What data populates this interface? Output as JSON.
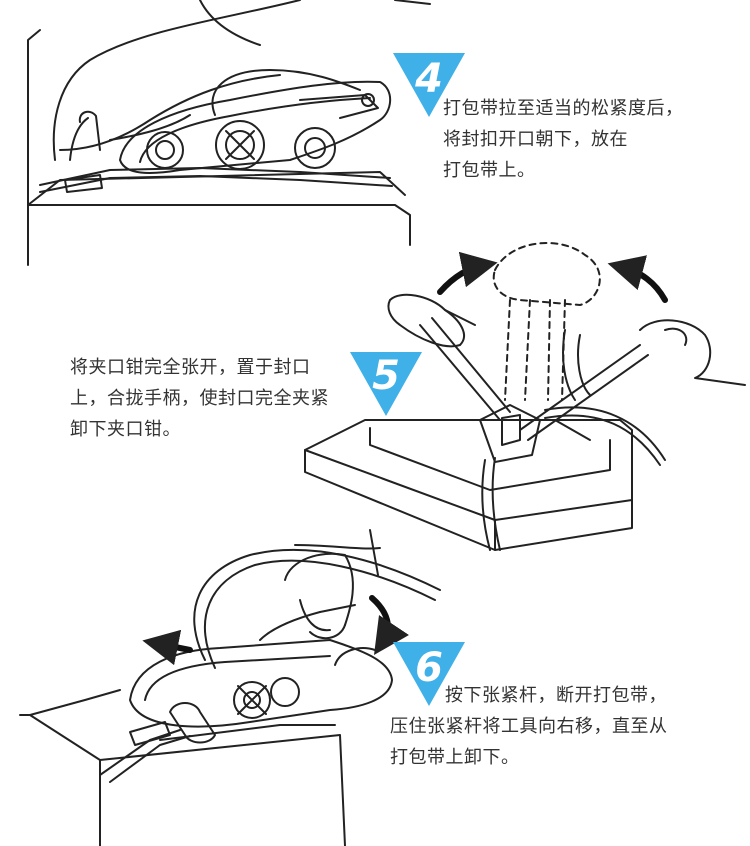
{
  "accent_color": "#3fb0e8",
  "steps": [
    {
      "number": "4",
      "lines": [
        "打包带拉至适当的松紧度后，",
        "将封扣开口朝下，放在",
        "打包带上。"
      ]
    },
    {
      "number": "5",
      "lines": [
        "将夹口钳完全张开，置于封口",
        "上，合拢手柄，使封口完全夹紧",
        "卸下夹口钳。"
      ]
    },
    {
      "number": "6",
      "lines": [
        "按下张紧杆，断开打包带，",
        "压住张紧杆将工具向右移，直至从",
        "打包带上卸下。"
      ]
    }
  ]
}
